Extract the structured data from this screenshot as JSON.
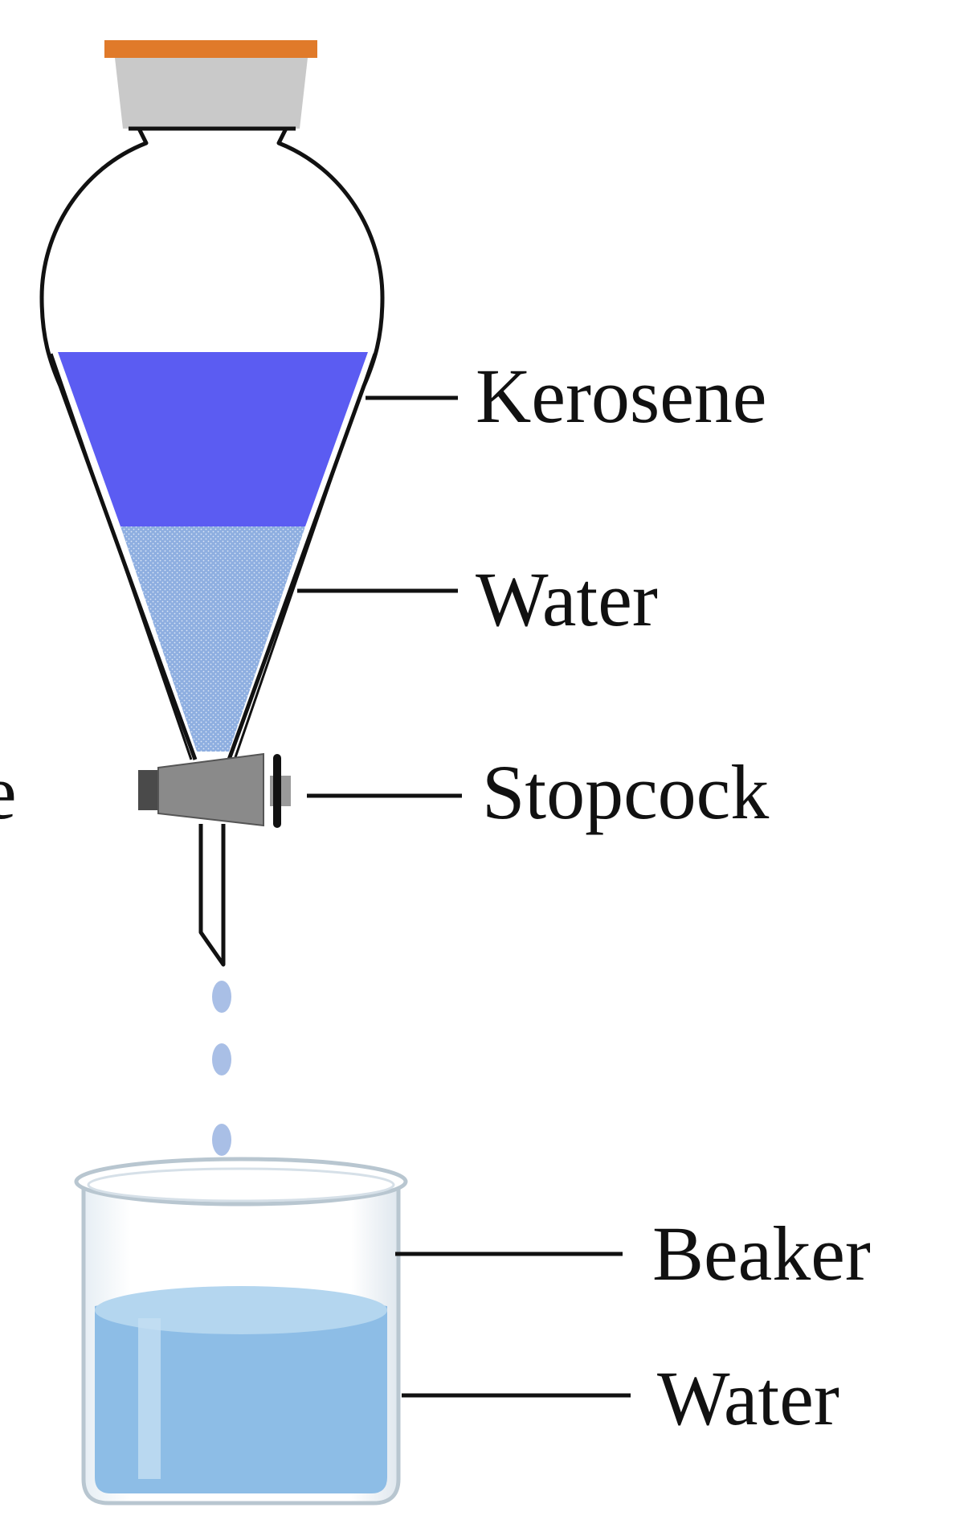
{
  "diagram": {
    "labels": {
      "kerosene": "Kerosene",
      "water_top": "Water",
      "stopcock": "Stopcock",
      "beaker": "Beaker",
      "water_bottom": "Water",
      "cut_off_letter": "e"
    },
    "colors": {
      "stopper_band": "#e07a2a",
      "stopper_body": "#c9c9c9",
      "kerosene_layer": "#5b5cf2",
      "water_layer": "#8eaee0",
      "stopcock_body": "#8a8a8a",
      "stopcock_dark": "#4a4a4a",
      "droplet": "#a9bfe6",
      "beaker_water": "#8dbde6",
      "beaker_water_top": "#b4d6ef",
      "outline": "#111111"
    }
  }
}
